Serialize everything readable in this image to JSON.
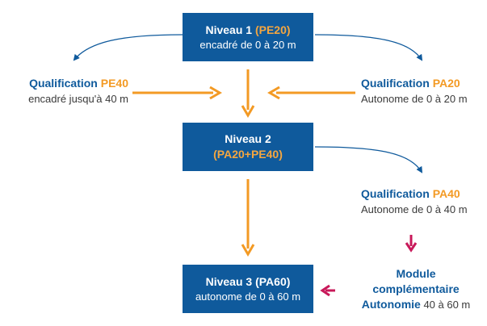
{
  "niveau1": {
    "title_prefix": "Niveau 1 ",
    "title_code": "(PE20)",
    "subtitle": "encadré de 0 à 20 m"
  },
  "niveau2": {
    "title": "Niveau 2",
    "code": "(PA20+PE40)"
  },
  "niveau3": {
    "title": "Niveau 3 (PA60)",
    "subtitle": "autonome de 0 à 60 m"
  },
  "qual_pe40": {
    "prefix": "Qualification ",
    "code": "PE40",
    "desc": "encadré jusqu'à 40 m"
  },
  "qual_pa20": {
    "prefix": "Qualification ",
    "code": "PA20",
    "desc": "Autonome de 0 à 20 m"
  },
  "qual_pa40": {
    "prefix": "Qualification ",
    "code": "PA40",
    "desc": "Autonome de 0 à 40 m"
  },
  "module": {
    "line1": "Module",
    "line2": "complémentaire",
    "line3_bold": "Autonomie",
    "line3_rest": " 40 à 60 m"
  },
  "colors": {
    "box": "#0f5a9c",
    "orange": "#f39a24",
    "magenta": "#c8195a"
  }
}
